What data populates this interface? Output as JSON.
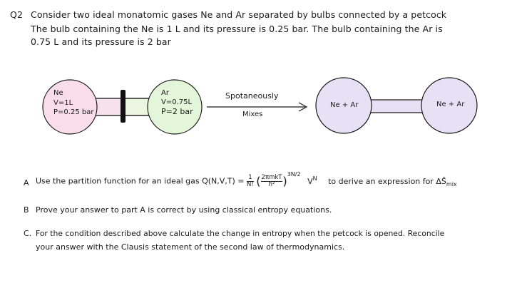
{
  "question": {
    "number": "Q2",
    "line1": "Consider two ideal monatomic gases Ne and Ar separated by bulbs connected by a petcock",
    "line2": "The bulb containing the Ne is 1 L and its pressure is 0.25 bar. The bulb containing the Ar is",
    "line3": "0.75 L and its pressure is 2 bar"
  },
  "diagram": {
    "left_bulb": {
      "gas": "Ne",
      "volume": "V=1L",
      "pressure": "P=0.25 bar",
      "color": "#f9dde8"
    },
    "right_bulb": {
      "gas": "Ar",
      "volume": "V=0.75L",
      "pressure": "P=2 bar",
      "color": "#e3f6d9"
    },
    "arrow_top": "Spotaneously",
    "arrow_bottom": "Mixes",
    "after_left": "Ne + Ar",
    "after_right": "Ne + Ar",
    "after_color": "#e7e1f5"
  },
  "parts": {
    "a_letter": "A",
    "a_text_before": "Use the partition function for an ideal gas Q(N,V,T) =",
    "a_one": "1",
    "a_nfact": "N!",
    "a_numer": "2πmkT",
    "a_denom": "h²",
    "a_exp": "3N/2",
    "a_vn": "V",
    "a_vn_exp": "N",
    "a_text_after": "to derive an expression for ΔS̄",
    "a_mix": "mix",
    "b_letter": "B",
    "b_text": "Prove your answer to part A is correct by using classical entropy equations.",
    "c_letter": "C.",
    "c_line1": "For the condition described above calculate the change in entropy when the petcock is opened. Reconcile",
    "c_line2": "your answer with the Clausis statement of the second law of thermodynamics."
  }
}
